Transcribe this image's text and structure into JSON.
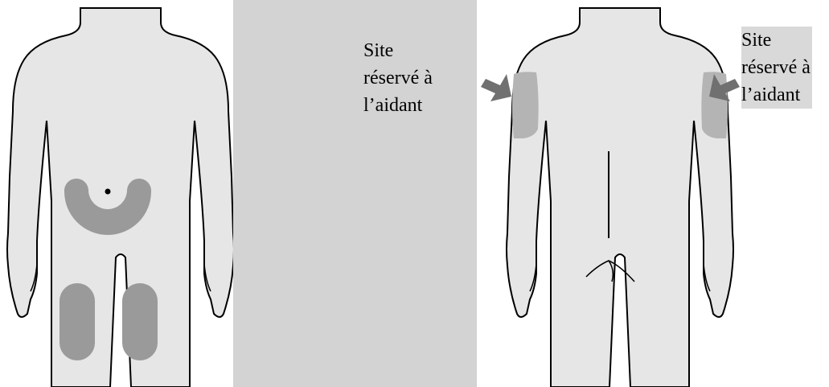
{
  "caregiver_label_lines": [
    "Site",
    "réservé à",
    "l’aidant"
  ],
  "colors": {
    "skin": "#e6e6e6",
    "outline": "#000000",
    "injection_zone": "#9a9a9a",
    "caregiver_zone": "#b4b4b4",
    "arrow": "#707070",
    "text_panel": "#d3d3d3",
    "label_highlight": "#d9d9d9"
  }
}
